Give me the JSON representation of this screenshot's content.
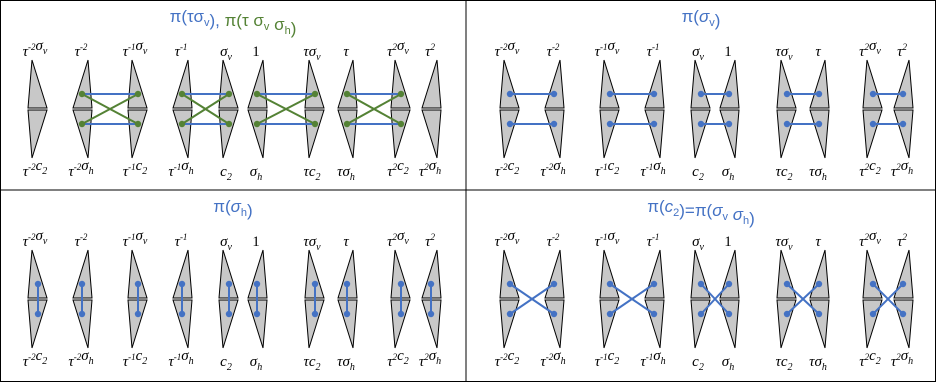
{
  "colors": {
    "blue": "#4472c4",
    "green": "#548235",
    "triangle_fill": "#c8c8c8",
    "border": "#000000"
  },
  "panels": [
    {
      "id": "tau-sigma-v",
      "title_parts": [
        {
          "text": "π(τσ",
          "color": "blue"
        },
        {
          "text": "v",
          "color": "blue",
          "sub": true
        },
        {
          "text": "), ",
          "color": "blue"
        },
        {
          "text": "π(τ σ",
          "color": "green"
        },
        {
          "text": "v",
          "color": "green",
          "sub": true
        },
        {
          "text": " σ",
          "color": "green"
        },
        {
          "text": "h",
          "color": "green",
          "sub": true
        },
        {
          "text": ")",
          "color": "green"
        }
      ],
      "pattern": "tau",
      "line_colors": [
        "blue",
        "green"
      ]
    },
    {
      "id": "sigma-v",
      "title_parts": [
        {
          "text": "π(",
          "color": "blue"
        },
        {
          "text": "σ",
          "color": "blue",
          "italic": true
        },
        {
          "text": "v",
          "color": "blue",
          "sub": true
        },
        {
          "text": ")",
          "color": "blue"
        }
      ],
      "pattern": "horizontal",
      "line_colors": [
        "blue"
      ]
    },
    {
      "id": "sigma-h",
      "title_parts": [
        {
          "text": "π(",
          "color": "blue"
        },
        {
          "text": "σ",
          "color": "blue",
          "italic": true
        },
        {
          "text": "h",
          "color": "blue",
          "sub": true
        },
        {
          "text": ")",
          "color": "blue"
        }
      ],
      "pattern": "vertical",
      "line_colors": [
        "blue"
      ]
    },
    {
      "id": "c2",
      "title_parts": [
        {
          "text": "π(",
          "color": "blue"
        },
        {
          "text": "c",
          "color": "blue",
          "italic": true
        },
        {
          "text": "2",
          "color": "blue",
          "sub": true
        },
        {
          "text": ")=π(",
          "color": "blue"
        },
        {
          "text": "σ",
          "color": "blue",
          "italic": true
        },
        {
          "text": "v",
          "color": "blue",
          "sub": true
        },
        {
          "text": " σ",
          "color": "blue",
          "italic": true
        },
        {
          "text": "h",
          "color": "blue",
          "sub": true
        },
        {
          "text": ")",
          "color": "blue"
        }
      ],
      "pattern": "cross",
      "line_colors": [
        "blue"
      ]
    }
  ],
  "top_labels": [
    {
      "parts": [
        {
          "t": "τ"
        },
        {
          "t": "-2",
          "sup": true
        },
        {
          "t": "σ"
        },
        {
          "t": "v",
          "sub": true
        }
      ]
    },
    {
      "parts": [
        {
          "t": "τ"
        },
        {
          "t": "-2",
          "sup": true
        }
      ]
    },
    {
      "parts": [
        {
          "t": "τ"
        },
        {
          "t": "-1",
          "sup": true
        },
        {
          "t": "σ"
        },
        {
          "t": "v",
          "sub": true
        }
      ]
    },
    {
      "parts": [
        {
          "t": "τ"
        },
        {
          "t": "-1",
          "sup": true
        }
      ]
    },
    {
      "parts": [
        {
          "t": "σ"
        },
        {
          "t": "v",
          "sub": true
        }
      ]
    },
    {
      "parts": [
        {
          "t": "1",
          "upright": true
        }
      ]
    },
    {
      "parts": [
        {
          "t": "τσ"
        },
        {
          "t": "v",
          "sub": true
        }
      ]
    },
    {
      "parts": [
        {
          "t": "τ"
        }
      ]
    },
    {
      "parts": [
        {
          "t": "τ"
        },
        {
          "t": "2",
          "sup": true
        },
        {
          "t": "σ"
        },
        {
          "t": "v",
          "sub": true
        }
      ]
    },
    {
      "parts": [
        {
          "t": "τ"
        },
        {
          "t": "2",
          "sup": true
        }
      ]
    }
  ],
  "bottom_labels": [
    {
      "parts": [
        {
          "t": "τ"
        },
        {
          "t": "-2",
          "sup": true
        },
        {
          "t": "c"
        },
        {
          "t": "2",
          "sub": true
        }
      ]
    },
    {
      "parts": [
        {
          "t": "τ"
        },
        {
          "t": "-2",
          "sup": true
        },
        {
          "t": "σ"
        },
        {
          "t": "h",
          "sub": true
        }
      ]
    },
    {
      "parts": [
        {
          "t": "τ"
        },
        {
          "t": "-1",
          "sup": true
        },
        {
          "t": "c"
        },
        {
          "t": "2",
          "sub": true
        }
      ]
    },
    {
      "parts": [
        {
          "t": "τ"
        },
        {
          "t": "-1",
          "sup": true
        },
        {
          "t": "σ"
        },
        {
          "t": "h",
          "sub": true
        }
      ]
    },
    {
      "parts": [
        {
          "t": "c"
        },
        {
          "t": "2",
          "sub": true
        }
      ]
    },
    {
      "parts": [
        {
          "t": "σ"
        },
        {
          "t": "h",
          "sub": true
        }
      ]
    },
    {
      "parts": [
        {
          "t": "τc"
        },
        {
          "t": "2",
          "sub": true
        }
      ]
    },
    {
      "parts": [
        {
          "t": "τσ"
        },
        {
          "t": "h",
          "sub": true
        }
      ]
    },
    {
      "parts": [
        {
          "t": "τ"
        },
        {
          "t": "2",
          "sup": true
        },
        {
          "t": "c"
        },
        {
          "t": "2",
          "sub": true
        }
      ]
    },
    {
      "parts": [
        {
          "t": "τ"
        },
        {
          "t": "2",
          "sup": true
        },
        {
          "t": "σ"
        },
        {
          "t": "h",
          "sub": true
        }
      ]
    }
  ]
}
